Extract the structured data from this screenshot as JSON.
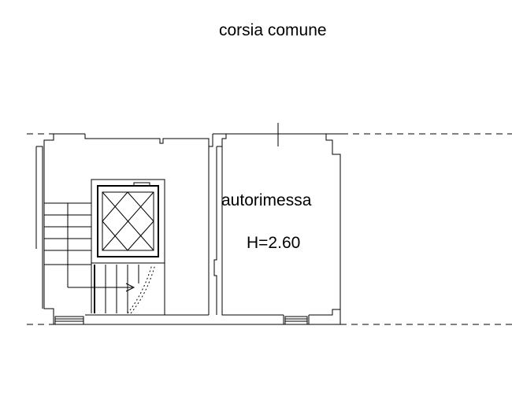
{
  "labels": {
    "corridor": "corsia comune",
    "room": "autorimessa",
    "height": "H=2.60"
  },
  "colors": {
    "ink": "#000000",
    "background": "#ffffff"
  },
  "icons": [
    "elevator-cross-icon",
    "stair-arrow-icon"
  ]
}
